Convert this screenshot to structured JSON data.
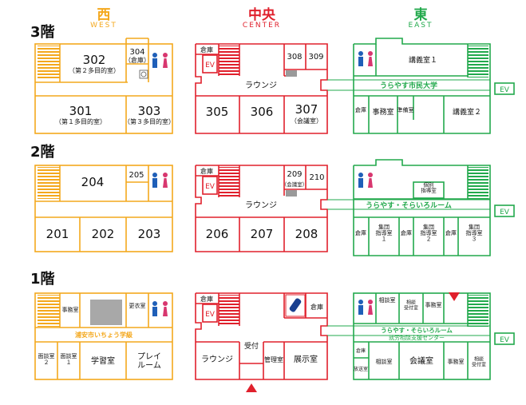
{
  "wings": {
    "west": {
      "kanji": "西",
      "latin": "West",
      "color": "#F4A81D"
    },
    "center": {
      "kanji": "中央",
      "latin": "Center",
      "color": "#E0202C"
    },
    "east": {
      "kanji": "東",
      "latin": "East",
      "color": "#22A94C"
    }
  },
  "floors": {
    "f3": {
      "label": "3階",
      "west": {
        "r302": {
          "num": "302",
          "sub": "（第２多目的室）"
        },
        "r304": {
          "num": "304",
          "sub": "（倉庫）"
        },
        "r301": {
          "num": "301",
          "sub": "（第１多目的室）"
        },
        "r303": {
          "num": "303",
          "sub": "（第３多目的室）"
        }
      },
      "center": {
        "storage": "倉庫",
        "ev": "EV",
        "r308": "308",
        "r309": "309",
        "lounge": "ラウンジ",
        "r305": "305",
        "r306": "306",
        "r307": {
          "num": "307",
          "sub": "（会議室）"
        }
      },
      "east": {
        "lecture1": "講義室１",
        "band": "うらやす市民大学",
        "storage": "倉庫",
        "office": "事務室",
        "prep": "準備室",
        "lecture2": "講義室２",
        "ev": "EV"
      }
    },
    "f2": {
      "label": "2階",
      "west": {
        "r204": "204",
        "r205": "205",
        "r201": "201",
        "r202": "202",
        "r203": "203"
      },
      "center": {
        "storage": "倉庫",
        "ev": "EV",
        "r209": {
          "num": "209",
          "sub": "（会議室）"
        },
        "r210": "210",
        "lounge": "ラウンジ",
        "r206": "206",
        "r207": "207",
        "r208": "208"
      },
      "east": {
        "individual": "個別\n指導室",
        "band": "うらやす・そらいろルーム",
        "ev": "EV",
        "storage1": "倉庫",
        "group1": "集団\n指導室\n１",
        "storage2": "倉庫",
        "group2": "集団\n指導室\n２",
        "storage3": "倉庫",
        "group3": "集団\n指導室\n３"
      }
    },
    "f1": {
      "label": "1階",
      "west": {
        "office": "事務室",
        "changing": "更衣室",
        "band": "浦安市いちょう学級",
        "interview2": "面談室\n２",
        "interview1": "面談室\n１",
        "study": "学習室",
        "play": "プレイ\nルーム"
      },
      "center": {
        "storage": "倉庫",
        "ev": "EV",
        "storage2": "倉庫",
        "reception": "受付",
        "lounge": "ラウンジ",
        "mgmt": "管理室",
        "exhibit": "展示室"
      },
      "east": {
        "consult_top": "相談室",
        "consult_room": "相談\n受付室",
        "office": "事務室",
        "band1": "うらやす・そらいろルーム",
        "band2": "就労相談支援センター",
        "ev": "EV",
        "storage": "倉庫",
        "broadcast": "放送室",
        "consult": "相談室",
        "meeting": "会議室",
        "office2": "事務室",
        "consult2": "相談\n受付室"
      }
    }
  }
}
